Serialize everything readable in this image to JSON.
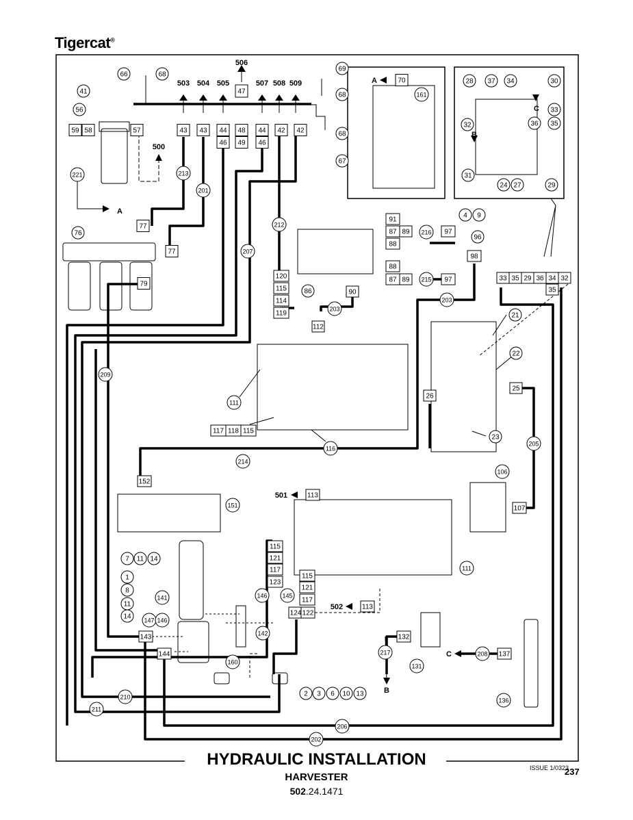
{
  "header": {
    "brand": "Tigercat"
  },
  "title_block": {
    "title": "HYDRAULIC INSTALLATION",
    "subtitle": "HARVESTER",
    "doc_prefix": "502",
    "doc_suffix": ".24.1471",
    "issue": "ISSUE 1/0323",
    "page": "237"
  },
  "callouts": [
    {
      "id": "c66",
      "t": "66"
    },
    {
      "id": "c68a",
      "t": "68"
    },
    {
      "id": "c69",
      "t": "69"
    },
    {
      "id": "c68b",
      "t": "68"
    },
    {
      "id": "c68c",
      "t": "68"
    },
    {
      "id": "c67",
      "t": "67"
    },
    {
      "id": "c41",
      "t": "41"
    },
    {
      "id": "c56",
      "t": "56"
    },
    {
      "id": "c221",
      "t": "221"
    },
    {
      "id": "c213",
      "t": "213"
    },
    {
      "id": "c201",
      "t": "201"
    },
    {
      "id": "c76",
      "t": "76"
    },
    {
      "id": "c212",
      "t": "212"
    },
    {
      "id": "c207",
      "t": "207"
    },
    {
      "id": "c209",
      "t": "209"
    },
    {
      "id": "c161",
      "t": "161"
    },
    {
      "id": "c28",
      "t": "28"
    },
    {
      "id": "c37",
      "t": "37"
    },
    {
      "id": "c34",
      "t": "34"
    },
    {
      "id": "c30",
      "t": "30"
    },
    {
      "id": "c33",
      "t": "33"
    },
    {
      "id": "c35",
      "t": "35"
    },
    {
      "id": "c32",
      "t": "32"
    },
    {
      "id": "c36",
      "t": "36"
    },
    {
      "id": "c31",
      "t": "31"
    },
    {
      "id": "c24",
      "t": "24"
    },
    {
      "id": "c27",
      "t": "27"
    },
    {
      "id": "c29",
      "t": "29"
    },
    {
      "id": "c4",
      "t": "4"
    },
    {
      "id": "c9",
      "t": "9"
    },
    {
      "id": "c96",
      "t": "96"
    },
    {
      "id": "c216",
      "t": "216"
    },
    {
      "id": "c215",
      "t": "215"
    },
    {
      "id": "c86",
      "t": "86"
    },
    {
      "id": "c203a",
      "t": "203"
    },
    {
      "id": "c203b",
      "t": "203"
    },
    {
      "id": "c21",
      "t": "21"
    },
    {
      "id": "c22",
      "t": "22"
    },
    {
      "id": "c23",
      "t": "23"
    },
    {
      "id": "c111a",
      "t": "111"
    },
    {
      "id": "c116",
      "t": "116"
    },
    {
      "id": "c205",
      "t": "205"
    },
    {
      "id": "c214",
      "t": "214"
    },
    {
      "id": "c106",
      "t": "106"
    },
    {
      "id": "c151",
      "t": "151"
    },
    {
      "id": "c111b",
      "t": "111"
    },
    {
      "id": "c7",
      "t": "7"
    },
    {
      "id": "c11a",
      "t": "11"
    },
    {
      "id": "c14a",
      "t": "14"
    },
    {
      "id": "c1",
      "t": "1"
    },
    {
      "id": "c8",
      "t": "8"
    },
    {
      "id": "c11b",
      "t": "11"
    },
    {
      "id": "c14b",
      "t": "14"
    },
    {
      "id": "c141",
      "t": "141"
    },
    {
      "id": "c147",
      "t": "147"
    },
    {
      "id": "c146a",
      "t": "146"
    },
    {
      "id": "c146b",
      "t": "146"
    },
    {
      "id": "c145",
      "t": "145"
    },
    {
      "id": "c142",
      "t": "142"
    },
    {
      "id": "c160",
      "t": "160"
    },
    {
      "id": "c217",
      "t": "217"
    },
    {
      "id": "c131",
      "t": "131"
    },
    {
      "id": "c208",
      "t": "208"
    },
    {
      "id": "c136",
      "t": "136"
    },
    {
      "id": "c210",
      "t": "210"
    },
    {
      "id": "c211",
      "t": "211"
    },
    {
      "id": "c206",
      "t": "206"
    },
    {
      "id": "c202",
      "t": "202"
    },
    {
      "id": "c2",
      "t": "2"
    },
    {
      "id": "c3",
      "t": "3"
    },
    {
      "id": "c6",
      "t": "6"
    },
    {
      "id": "c10",
      "t": "10"
    },
    {
      "id": "c13",
      "t": "13"
    }
  ],
  "boxes": [
    {
      "id": "b47",
      "t": "47"
    },
    {
      "id": "b59",
      "t": "59"
    },
    {
      "id": "b58",
      "t": "58"
    },
    {
      "id": "b57",
      "t": "57"
    },
    {
      "id": "b43a",
      "t": "43"
    },
    {
      "id": "b43b",
      "t": "43"
    },
    {
      "id": "b44a",
      "t": "44"
    },
    {
      "id": "b46a",
      "t": "46"
    },
    {
      "id": "b48",
      "t": "48"
    },
    {
      "id": "b49",
      "t": "49"
    },
    {
      "id": "b44b",
      "t": "44"
    },
    {
      "id": "b46b",
      "t": "46"
    },
    {
      "id": "b42a",
      "t": "42"
    },
    {
      "id": "b42b",
      "t": "42"
    },
    {
      "id": "b77a",
      "t": "77"
    },
    {
      "id": "b77b",
      "t": "77"
    },
    {
      "id": "b79",
      "t": "79"
    },
    {
      "id": "b70",
      "t": "70"
    },
    {
      "id": "b91",
      "t": "91"
    },
    {
      "id": "b87a",
      "t": "87"
    },
    {
      "id": "b89a",
      "t": "89"
    },
    {
      "id": "b88a",
      "t": "88"
    },
    {
      "id": "b97a",
      "t": "97"
    },
    {
      "id": "b98",
      "t": "98"
    },
    {
      "id": "b88b",
      "t": "88"
    },
    {
      "id": "b87b",
      "t": "87"
    },
    {
      "id": "b89b",
      "t": "89"
    },
    {
      "id": "b97b",
      "t": "97"
    },
    {
      "id": "b120",
      "t": "120"
    },
    {
      "id": "b115a",
      "t": "115"
    },
    {
      "id": "b114",
      "t": "114"
    },
    {
      "id": "b119",
      "t": "119"
    },
    {
      "id": "b90",
      "t": "90"
    },
    {
      "id": "b112",
      "t": "112"
    },
    {
      "id": "b33",
      "t": "33"
    },
    {
      "id": "b35a",
      "t": "35"
    },
    {
      "id": "b29",
      "t": "29"
    },
    {
      "id": "b36",
      "t": "36"
    },
    {
      "id": "b34",
      "t": "34"
    },
    {
      "id": "b32",
      "t": "32"
    },
    {
      "id": "b35b",
      "t": "35"
    },
    {
      "id": "b25",
      "t": "25"
    },
    {
      "id": "b26",
      "t": "26"
    },
    {
      "id": "b117a",
      "t": "117"
    },
    {
      "id": "b118",
      "t": "118"
    },
    {
      "id": "b115b",
      "t": "115"
    },
    {
      "id": "b152",
      "t": "152"
    },
    {
      "id": "b113a",
      "t": "113"
    },
    {
      "id": "b107",
      "t": "107"
    },
    {
      "id": "b115c",
      "t": "115"
    },
    {
      "id": "b121a",
      "t": "121"
    },
    {
      "id": "b117b",
      "t": "117"
    },
    {
      "id": "b123",
      "t": "123"
    },
    {
      "id": "b115d",
      "t": "115"
    },
    {
      "id": "b121b",
      "t": "121"
    },
    {
      "id": "b117c",
      "t": "117"
    },
    {
      "id": "b124",
      "t": "124"
    },
    {
      "id": "b122",
      "t": "122"
    },
    {
      "id": "b113b",
      "t": "113"
    },
    {
      "id": "b132",
      "t": "132"
    },
    {
      "id": "b137",
      "t": "137"
    },
    {
      "id": "b143",
      "t": "143"
    },
    {
      "id": "b144",
      "t": "144"
    }
  ],
  "ports": [
    {
      "id": "p506",
      "t": "506"
    },
    {
      "id": "p503",
      "t": "503"
    },
    {
      "id": "p504",
      "t": "504"
    },
    {
      "id": "p505",
      "t": "505"
    },
    {
      "id": "p507",
      "t": "507"
    },
    {
      "id": "p508",
      "t": "508"
    },
    {
      "id": "p509",
      "t": "509"
    },
    {
      "id": "p500",
      "t": "500"
    },
    {
      "id": "p501",
      "t": "501"
    },
    {
      "id": "p502",
      "t": "502"
    }
  ],
  "letters": [
    {
      "id": "lA1",
      "t": "A"
    },
    {
      "id": "lA2",
      "t": "A"
    },
    {
      "id": "lB1",
      "t": "B"
    },
    {
      "id": "lC1",
      "t": "C"
    },
    {
      "id": "lB2",
      "t": "B"
    },
    {
      "id": "lC2",
      "t": "C"
    }
  ]
}
